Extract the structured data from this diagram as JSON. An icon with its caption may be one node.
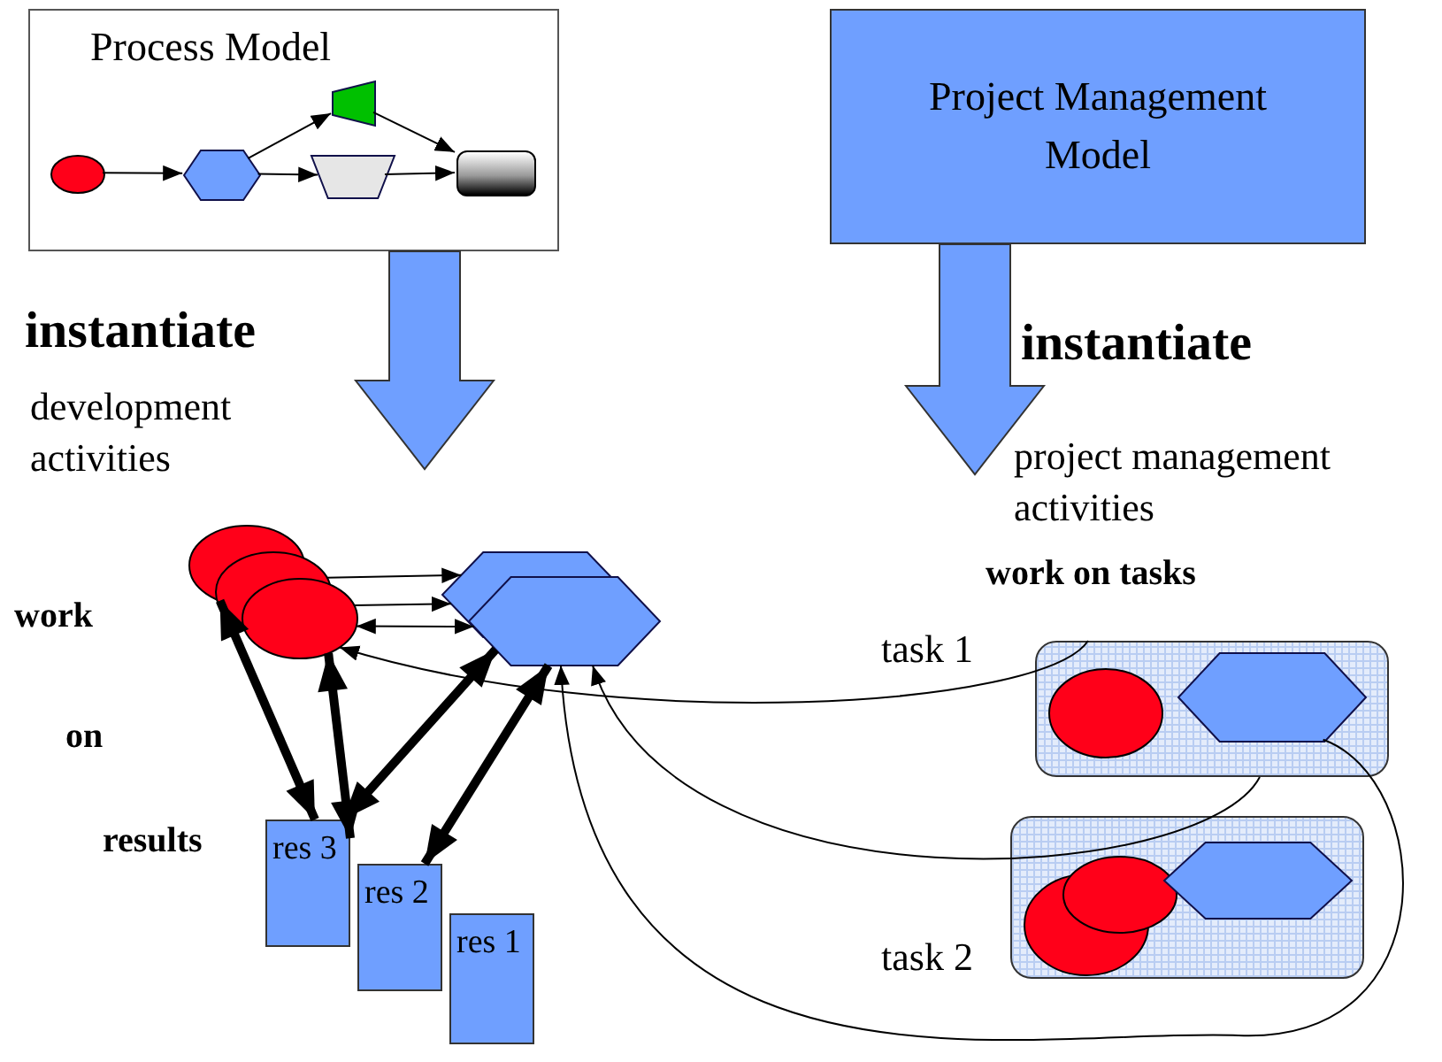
{
  "diagram": {
    "nodes": [
      {
        "text": [
          "Process Model"
        ]
      },
      {
        "text": [],
        "shape": "ellipse",
        "in": 0
      },
      {
        "text": [],
        "shape": "hexagon",
        "in": 0
      },
      {
        "text": [],
        "shape": "trapezoid",
        "in": 0
      },
      {
        "text": [],
        "shape": "trapezoid",
        "in": 0
      },
      {
        "text": [],
        "shape": "box",
        "in": 0
      },
      {
        "text": [
          "Project Management Model"
        ]
      },
      {
        "text": [],
        "shape": "ellipse"
      },
      {
        "text": [],
        "shape": "ellipse"
      },
      {
        "text": [],
        "shape": "ellipse"
      },
      {
        "text": [],
        "shape": "hexagon"
      },
      {
        "text": [],
        "shape": "hexagon"
      },
      {
        "text": [
          "res 3"
        ]
      },
      {
        "text": [
          "res 2"
        ]
      },
      {
        "text": [
          "res 1"
        ]
      },
      {
        "text": [],
        "shape": "box",
        "beside": [
          "task 1"
        ]
      },
      {
        "text": [],
        "shape": "ellipse",
        "in": 15
      },
      {
        "text": [],
        "shape": "hexagon",
        "in": 15
      },
      {
        "text": [],
        "shape": "box",
        "beside": [
          "task 2"
        ]
      },
      {
        "text": [],
        "shape": "ellipse",
        "in": 18
      },
      {
        "text": [],
        "shape": "ellipse",
        "in": 18
      },
      {
        "text": [],
        "shape": "hexagon",
        "in": 18
      }
    ],
    "edges": [
      {
        "from": 1,
        "to": 2,
        "arrow": "to"
      },
      {
        "from": 2,
        "to": 3,
        "arrow": "to"
      },
      {
        "from": 2,
        "to": 4,
        "arrow": "to"
      },
      {
        "from": 4,
        "to": 5,
        "arrow": "to"
      },
      {
        "from": 3,
        "to": 5,
        "arrow": "to"
      },
      {
        "from": 0,
        "to": null,
        "arrow": "to",
        "style": "thick",
        "color": "#6f9fff"
      },
      {
        "from": 6,
        "to": null,
        "arrow": "to",
        "style": "thick",
        "color": "#6f9fff"
      },
      {
        "from": 8,
        "to": 10,
        "arrow": "to"
      },
      {
        "from": 9,
        "to": 10,
        "arrow": "to"
      },
      {
        "from": 9,
        "to": 11,
        "arrow": "both"
      },
      {
        "from": 7,
        "to": 12,
        "arrow": "both",
        "style": "thick"
      },
      {
        "from": 9,
        "to": 12,
        "arrow": "both",
        "style": "thick"
      },
      {
        "from": 11,
        "to": 12,
        "arrow": "both",
        "style": "thick"
      },
      {
        "from": 11,
        "to": 13,
        "arrow": "both",
        "style": "thick"
      },
      {
        "from": 15,
        "to": 9,
        "arrow": "to"
      },
      {
        "from": 15,
        "to": 11,
        "arrow": "to"
      },
      {
        "from": 17,
        "to": 11,
        "arrow": "to"
      }
    ],
    "labels": [
      "instantiate",
      "development activities",
      "instantiate",
      "project management activities",
      "work on tasks",
      "work",
      "on",
      "results"
    ]
  }
}
